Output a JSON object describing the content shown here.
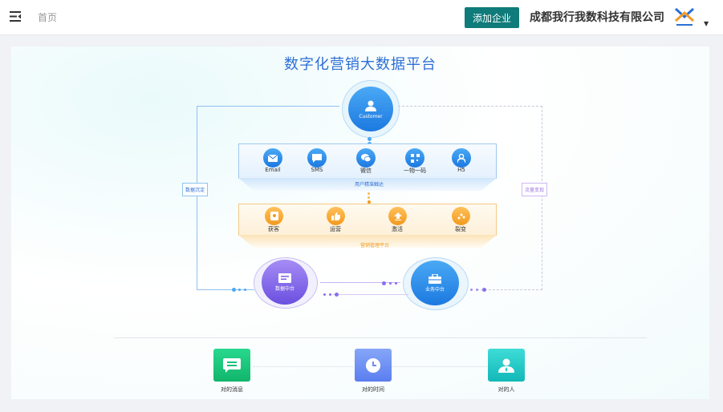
{
  "header": {
    "home_label": "首页",
    "add_company_label": "添加企业",
    "company_name": "成都我行我数科技有限公司"
  },
  "panel": {
    "title": "数字化营销大数据平台",
    "customer_label": "Customer",
    "channels": [
      "Email",
      "SMS",
      "微信",
      "一物一码",
      "H5"
    ],
    "channels_caption": "用户精准触达",
    "actions": [
      "获客",
      "运营",
      "激活",
      "裂变"
    ],
    "actions_caption": "营销管理平台",
    "left_tag": "数据沉淀",
    "right_tag": "流量变现",
    "data_center": "数据中台",
    "business_center": "业务中台",
    "bottom": [
      "对的消息",
      "对的时间",
      "对的人"
    ]
  },
  "colors": {
    "accent": "#0f7b7b",
    "title_blue": "#2d6fd6",
    "blue": "#1c79e0",
    "orange": "#f29a1f",
    "purple": "#6b4fe0",
    "green": "#16c17a",
    "teal": "#21c7c7",
    "periwinkle": "#6d8ef5"
  }
}
